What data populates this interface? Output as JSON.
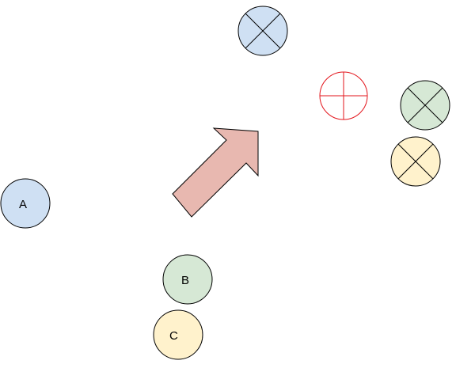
{
  "colors": {
    "blue_fill": "#cfe0f3",
    "green_fill": "#d6e8d5",
    "yellow_fill": "#fff2cc",
    "arrow_fill": "#e8b8b0",
    "red_stroke": "#e3141b",
    "stroke": "#000000"
  },
  "labels": {
    "node_a": "A",
    "node_b": "B",
    "node_c": "C"
  },
  "icons": {
    "blue_target": "x-circle-icon",
    "green_target": "x-circle-icon",
    "yellow_target": "x-circle-icon",
    "red_target": "crosshair-icon",
    "direction": "arrow-up-right-icon"
  }
}
